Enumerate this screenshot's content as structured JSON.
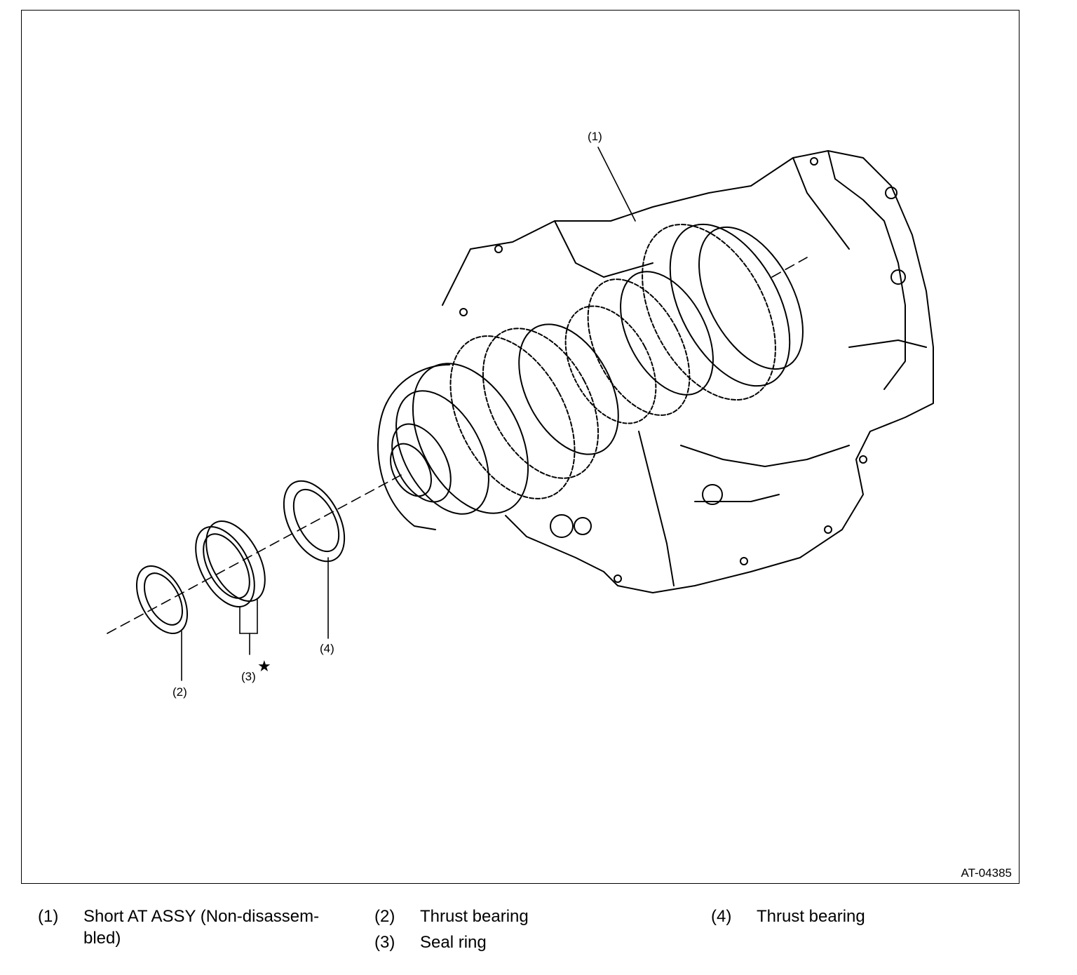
{
  "figure": {
    "code": "AT-04385",
    "callouts": {
      "c1": "(1)",
      "c2": "(2)",
      "c3": "(3)",
      "c4": "(4)",
      "star": "★"
    }
  },
  "legend": [
    {
      "num": "(1)",
      "name_line1": "Short AT ASSY (Non-disassem-",
      "name_line2": "bled)"
    },
    {
      "num": "(2)",
      "name_line1": "Thrust bearing"
    },
    {
      "num": "(3)",
      "name_line1": "Seal ring"
    },
    {
      "num": "(4)",
      "name_line1": "Thrust bearing"
    }
  ]
}
